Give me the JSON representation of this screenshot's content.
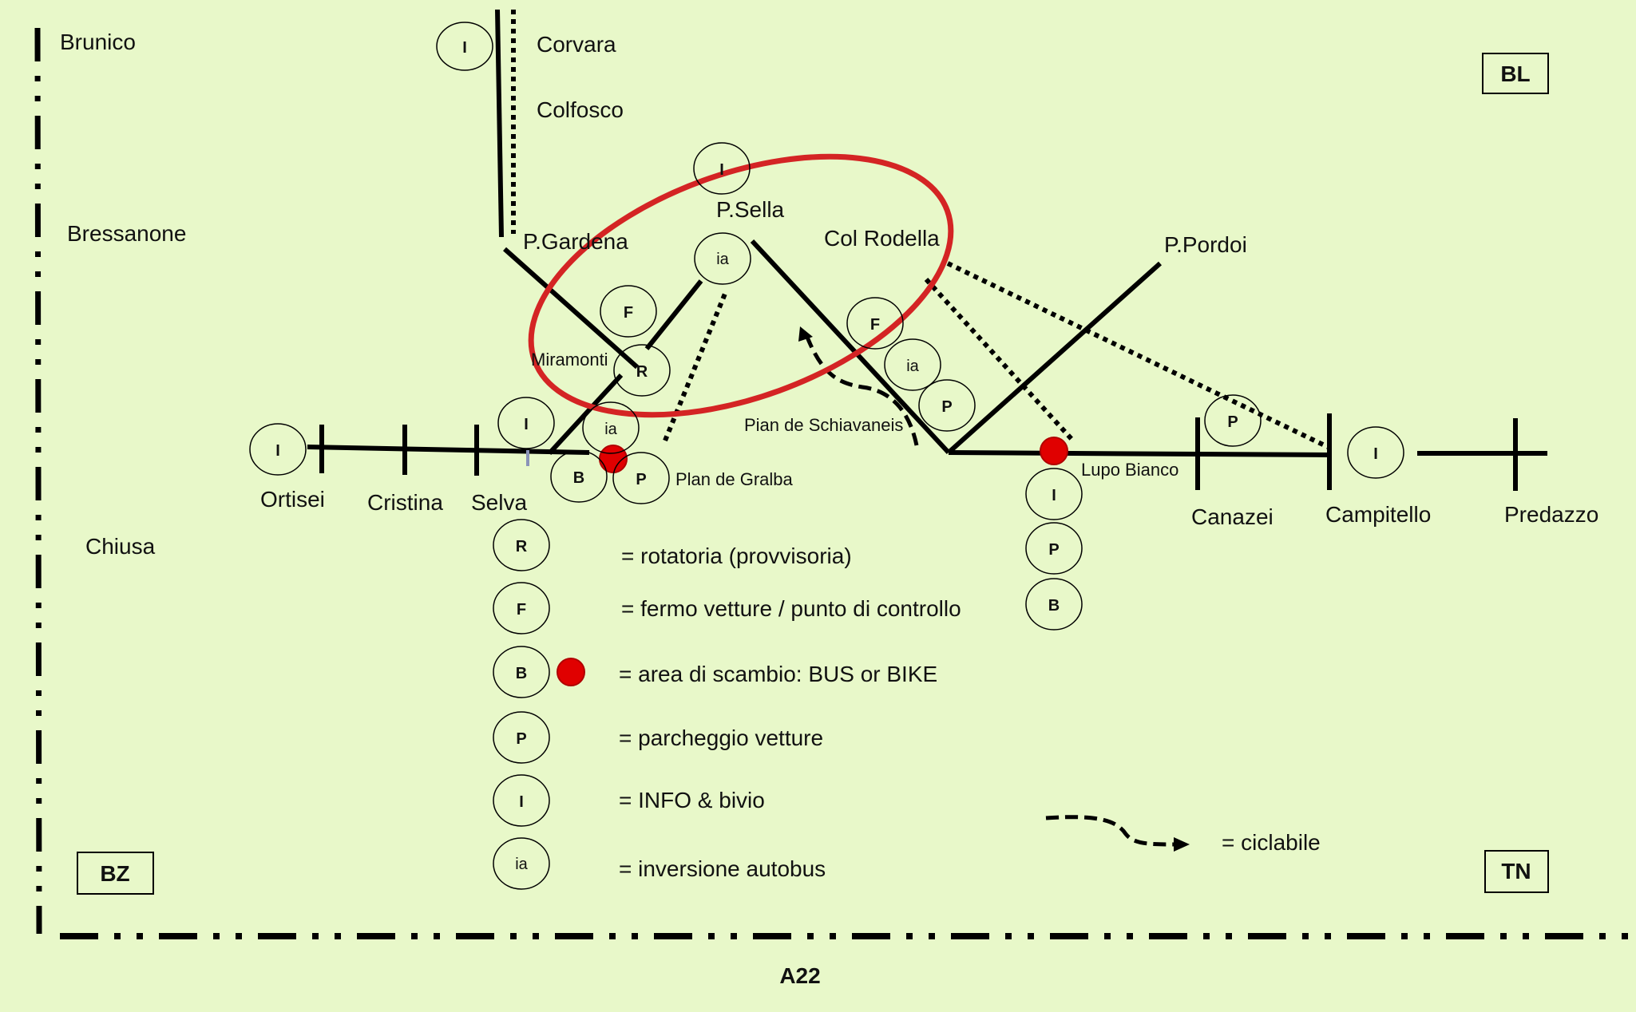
{
  "places": {
    "brunico": "Brunico",
    "bressanone": "Bressanone",
    "chiusa": "Chiusa",
    "corvara": "Corvara",
    "colfosco": "Colfosco",
    "p_gardena": "P.Gardena",
    "p_sella": "P.Sella",
    "col_rodella": "Col Rodella",
    "p_pordoi": "P.Pordoi",
    "miramonti": "Miramonti",
    "pian_de_schiavaneis": "Pian de Schiavaneis",
    "plan_de_gralba": "Plan de Gralba",
    "lupo_bianco": "Lupo Bianco",
    "ortisei": "Ortisei",
    "cristina": "Cristina",
    "selva": "Selva",
    "canazei": "Canazei",
    "campitello": "Campitello",
    "predazzo": "Predazzo",
    "a22": "A22"
  },
  "regions": {
    "bl": "BL",
    "bz": "BZ",
    "tn": "TN"
  },
  "symbols": {
    "I": "I",
    "ia": "ia",
    "F": "F",
    "R": "R",
    "P": "P",
    "B": "B"
  },
  "legend": {
    "R": "= rotatoria (provvisoria)",
    "F": "= fermo vetture / punto di controllo",
    "B": "= area di scambio: BUS or BIKE",
    "P": "= parcheggio vetture",
    "I": "= INFO & bivio",
    "ia": "= inversione autobus",
    "ciclabile": "= ciclabile"
  },
  "colors": {
    "background": "#e8f8c9",
    "line": "#000000",
    "highlight_ellipse": "#d42424",
    "exchange_point": "#e00000"
  }
}
